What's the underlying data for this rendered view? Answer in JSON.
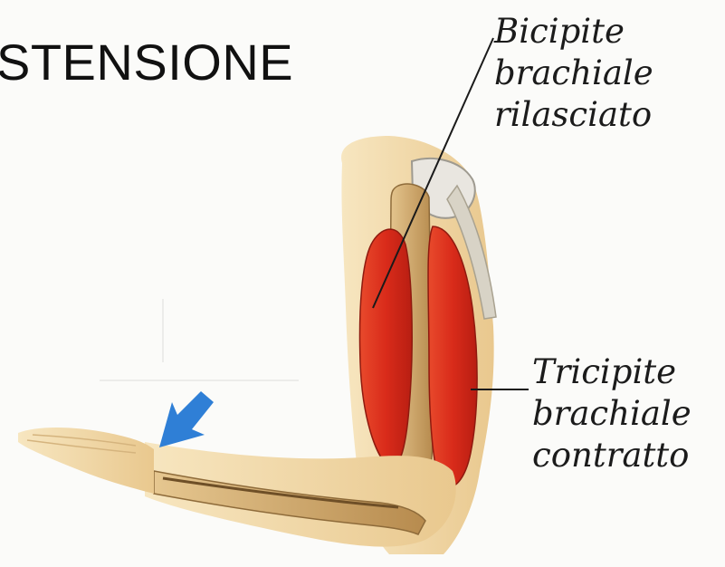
{
  "title": "STENSIONE",
  "labels": {
    "bicipite": [
      "Bicipite",
      "brachiale",
      "rilasciato"
    ],
    "tricipite": [
      "Tricipite",
      "brachiale",
      "contratto"
    ]
  },
  "colors": {
    "background": "#fbfbf9",
    "skin": "#f2d9a6",
    "muscle": "#e0301e",
    "bone": "#c9a46a",
    "arrow": "#2f7fd6",
    "text": "#111111"
  },
  "icons": {
    "motion_arrow": "arrow-down-left-icon"
  }
}
